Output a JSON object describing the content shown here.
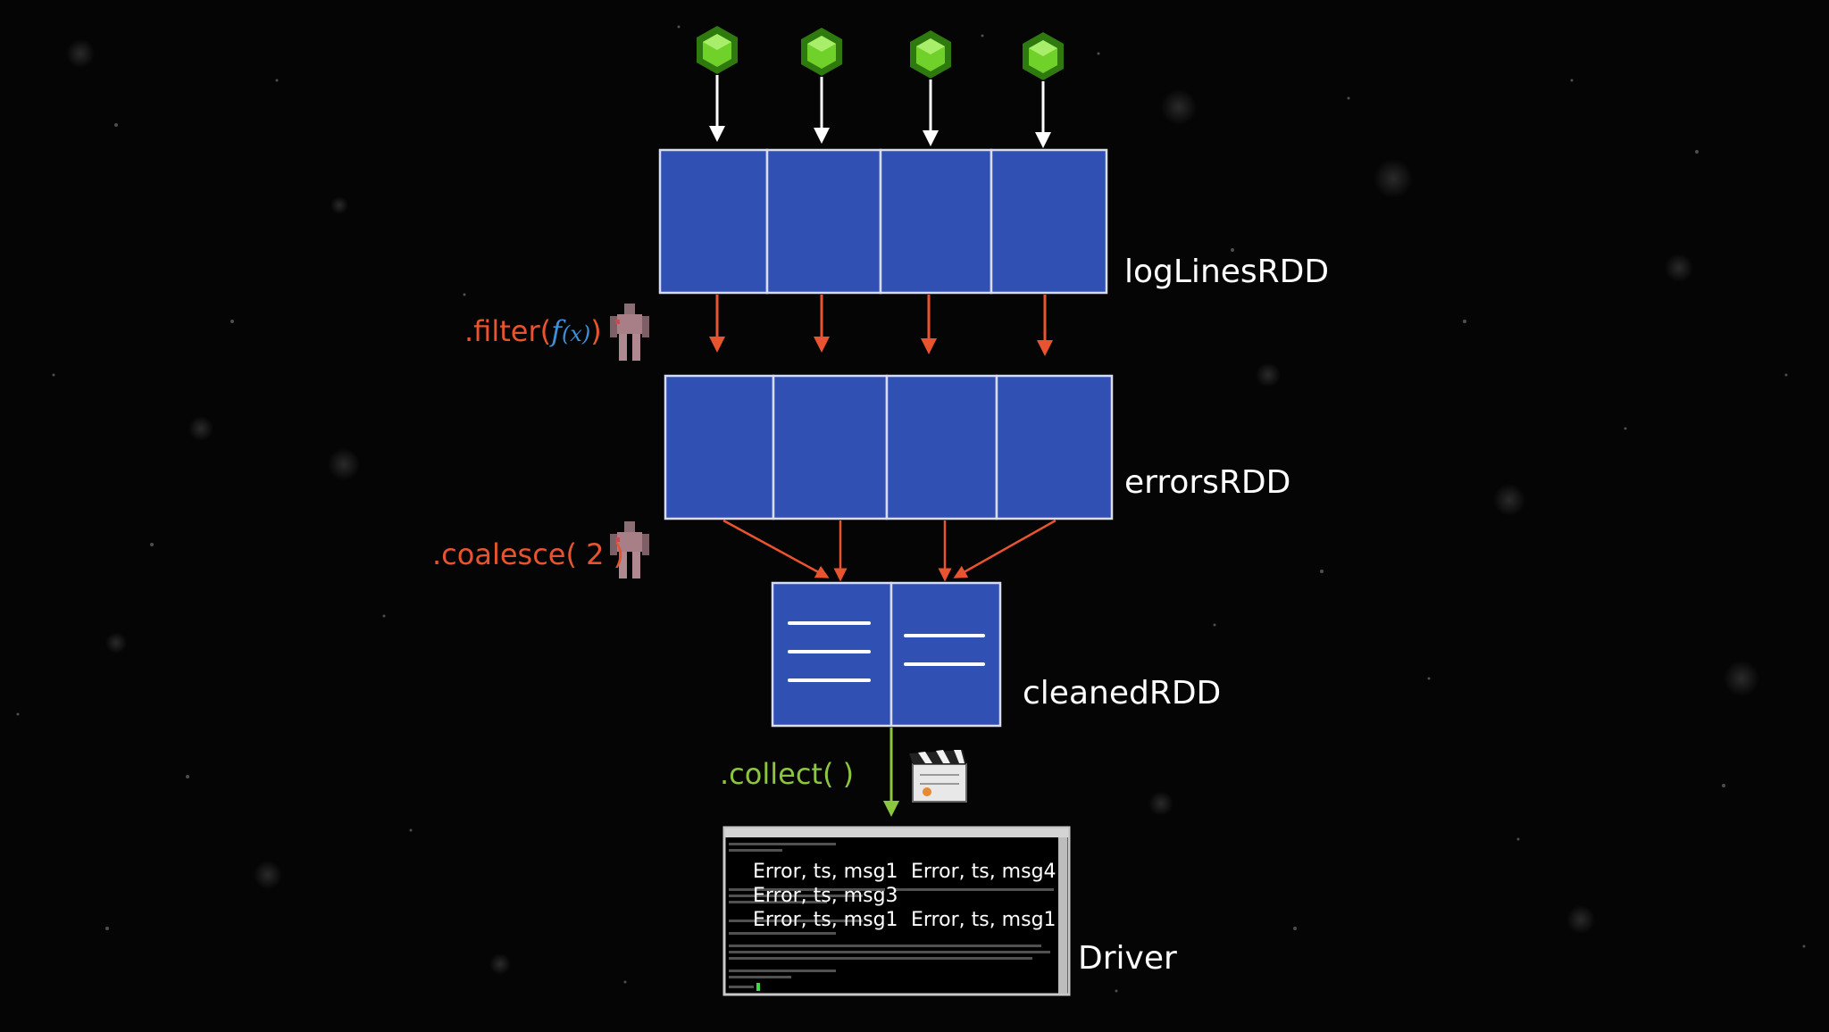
{
  "colors": {
    "background": "#050505",
    "partition_fill": "#3050b4",
    "partition_border": "#d8dcef",
    "orange_accent": "#e8542f",
    "green_accent": "#8cc63f",
    "node_green": "#5fc21f",
    "fx_blue": "#3d8fd6"
  },
  "rdds": {
    "loglines": {
      "label": "logLinesRDD",
      "partitions": 4
    },
    "errors": {
      "label": "errorsRDD",
      "partitions": 4
    },
    "cleaned": {
      "label": "cleanedRDD",
      "partitions": 2
    }
  },
  "operations": {
    "filter": {
      "prefix": ".filter(",
      "fx_f": "f",
      "fx_x": "(x)",
      "suffix": ")"
    },
    "coalesce": {
      "label": ".coalesce( 2 )"
    },
    "collect": {
      "label": ".collect(  )"
    }
  },
  "driver": {
    "label": "Driver",
    "rows": [
      [
        "Error, ts, msg1",
        "Error, ts, msg4"
      ],
      [
        "Error, ts, msg3",
        ""
      ],
      [
        "Error, ts, msg1",
        "Error, ts, msg1"
      ]
    ]
  },
  "icons": {
    "source_nodes": "green-hexagon-node-icon",
    "transformation": "robot-transformer-icon",
    "action": "clapperboard-icon"
  }
}
